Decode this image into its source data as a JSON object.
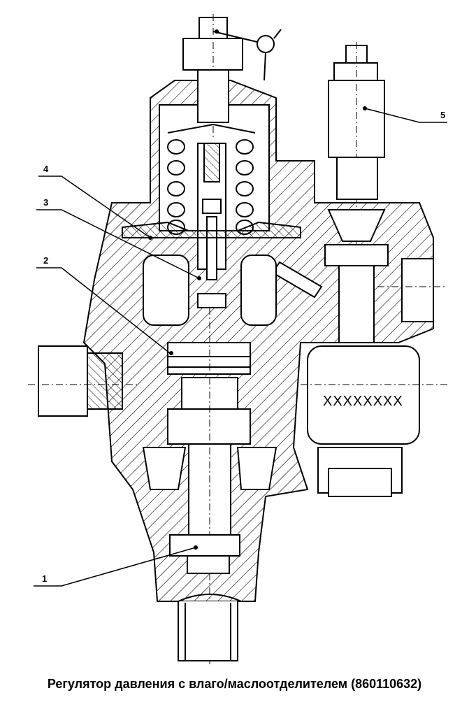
{
  "diagram": {
    "caption": "Регулятор давления с влаго/маслоотделителем (860110632)",
    "body_marking": "XXXXXXXX",
    "callouts": [
      {
        "id": "callout-1",
        "label": "1"
      },
      {
        "id": "callout-2",
        "label": "2"
      },
      {
        "id": "callout-3",
        "label": "3"
      },
      {
        "id": "callout-4",
        "label": "4"
      },
      {
        "id": "callout-5",
        "label": "5"
      }
    ]
  },
  "colors": {
    "ink": "#000000",
    "background": "#ffffff"
  }
}
